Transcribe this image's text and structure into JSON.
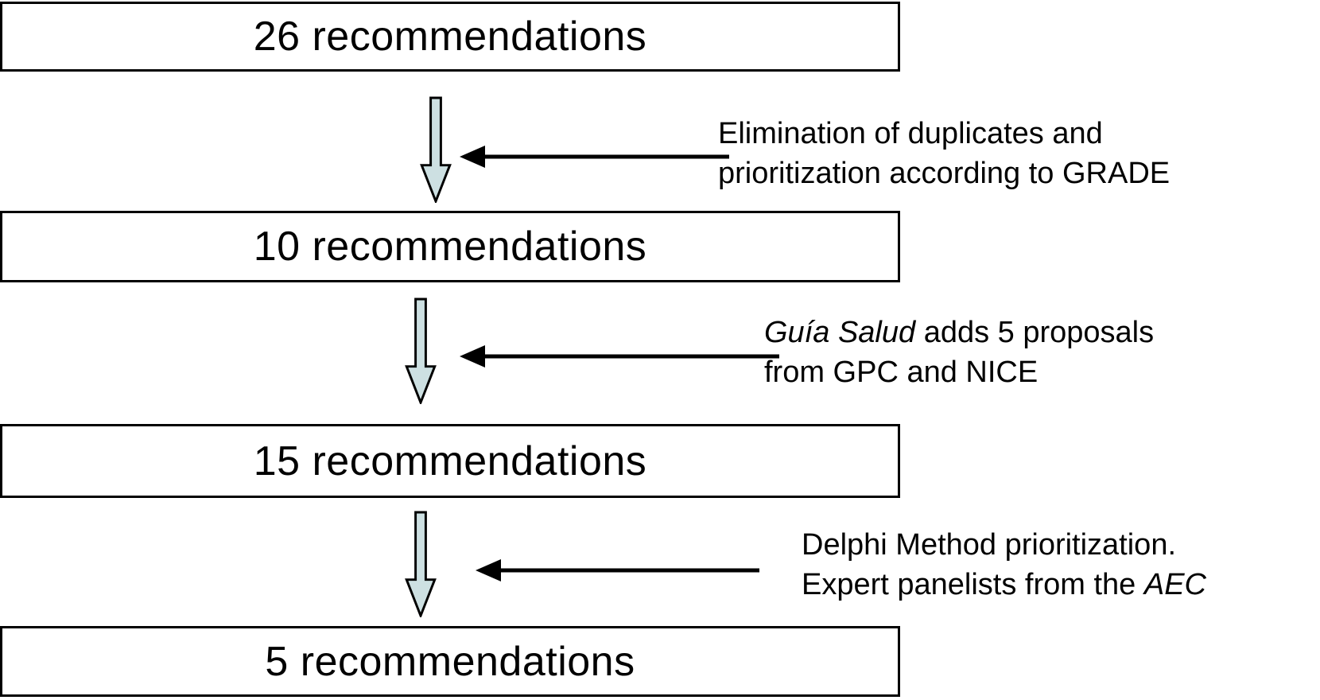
{
  "figure": {
    "background": "#ffffff",
    "boxes": [
      {
        "label": "26 recommendations"
      },
      {
        "label": "10 recommendations"
      },
      {
        "label": "15 recommendations"
      },
      {
        "label": "5 recommendations"
      }
    ],
    "annotations": [
      {
        "lines": [
          [
            {
              "text": "Elimination of duplicates and",
              "italic": false
            }
          ],
          [
            {
              "text": "prioritization according to GRADE",
              "italic": false
            }
          ]
        ]
      },
      {
        "lines": [
          [
            {
              "text": "Guía Salud",
              "italic": true
            },
            {
              "text": " adds 5 proposals",
              "italic": false
            }
          ],
          [
            {
              "text": "from GPC and NICE",
              "italic": false
            }
          ]
        ]
      },
      {
        "lines": [
          [
            {
              "text": "Delphi Method prioritization.",
              "italic": false
            }
          ],
          [
            {
              "text": "Expert panelists from the ",
              "italic": false
            },
            {
              "text": "AEC",
              "italic": true
            }
          ]
        ]
      }
    ],
    "colors": {
      "box_border": "#000000",
      "text": "#000000",
      "flow_arrow_fill": "#cde0e2",
      "flow_arrow_outline": "#000000",
      "pointer_arrow": "#000000"
    }
  }
}
